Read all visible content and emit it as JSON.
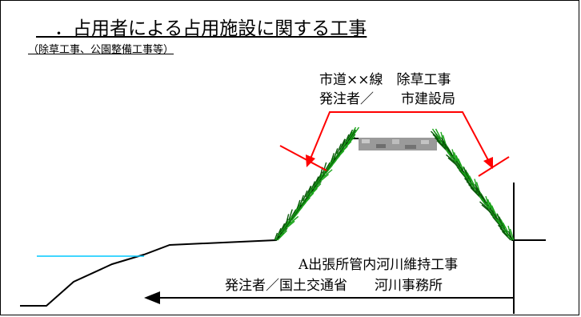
{
  "title": "　．占用者による占用施設に関する工事",
  "subtitle": "（除草工事、公園整備工事等）",
  "top_label": {
    "line1": "市道××線　除草工事",
    "line2": "発注者／　　市建設局"
  },
  "bottom_label": {
    "line1": "A出張所管内河川維持工事",
    "line2": "発注者／国土交通省　　河川事務所"
  },
  "colors": {
    "line": "#000000",
    "arrow_red": "#ff0000",
    "water": "#00c8ff",
    "grass": "#1aa41a",
    "grass_dark": "#0a5a0a",
    "road": "#8a8a8a"
  }
}
